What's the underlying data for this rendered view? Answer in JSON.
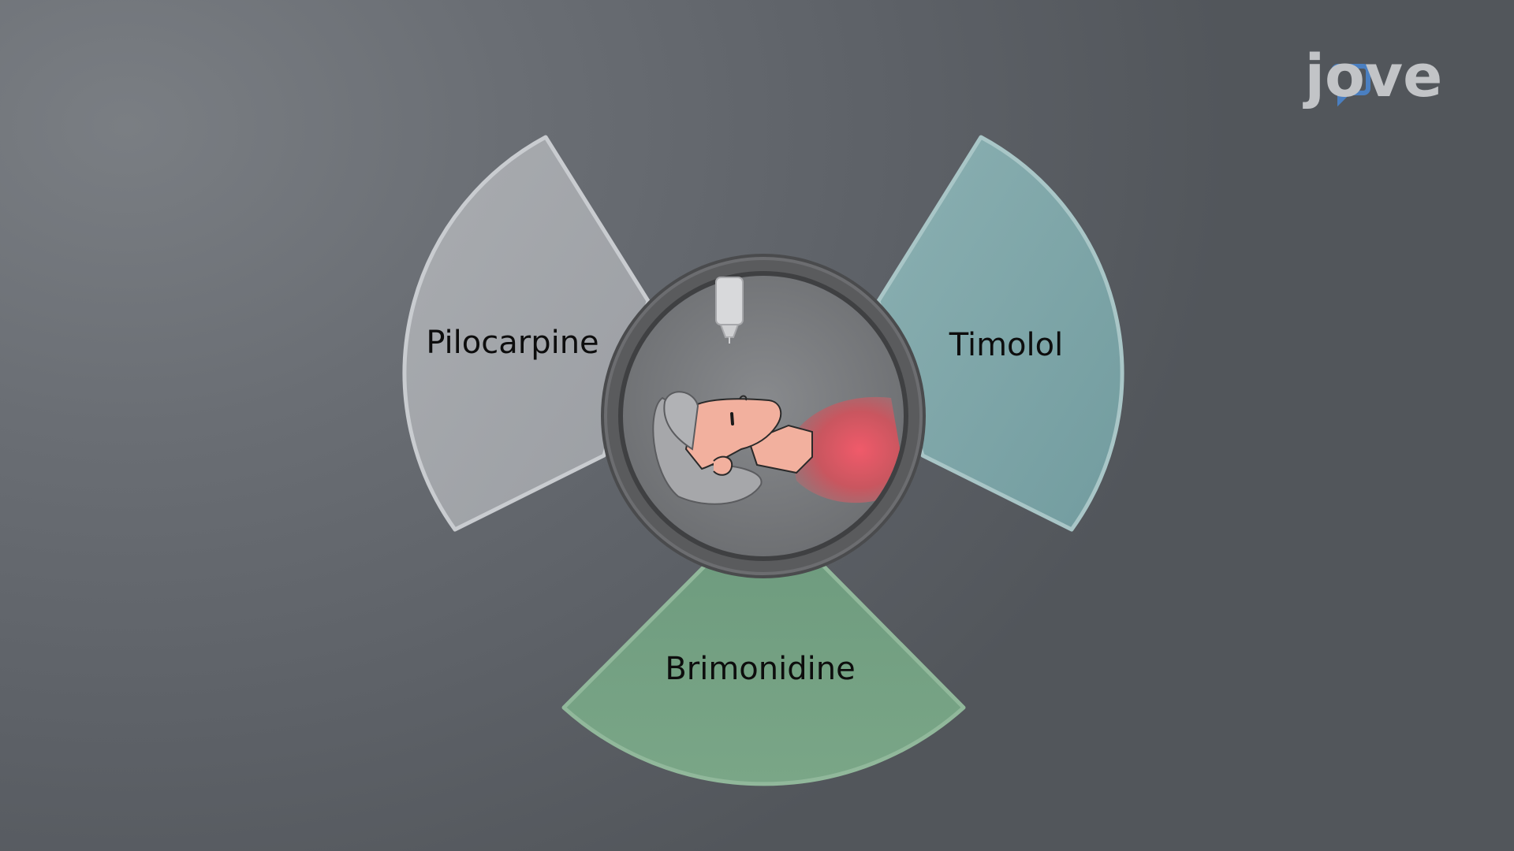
{
  "brand": {
    "logo_text": "jove",
    "colors": {
      "logo": "#c2c4c7",
      "logo_accent": "#4a7fc1"
    }
  },
  "diagram": {
    "center_icon": "patient-receiving-eye-drops-icon",
    "sectors": [
      {
        "id": "pilocarpine",
        "label": "Pilocarpine",
        "color": "#a4a7ab"
      },
      {
        "id": "timolol",
        "label": "Timolol",
        "color": "#7fa6a9"
      },
      {
        "id": "brimonidine",
        "label": "Brimonidine",
        "color": "#74a083"
      }
    ]
  }
}
